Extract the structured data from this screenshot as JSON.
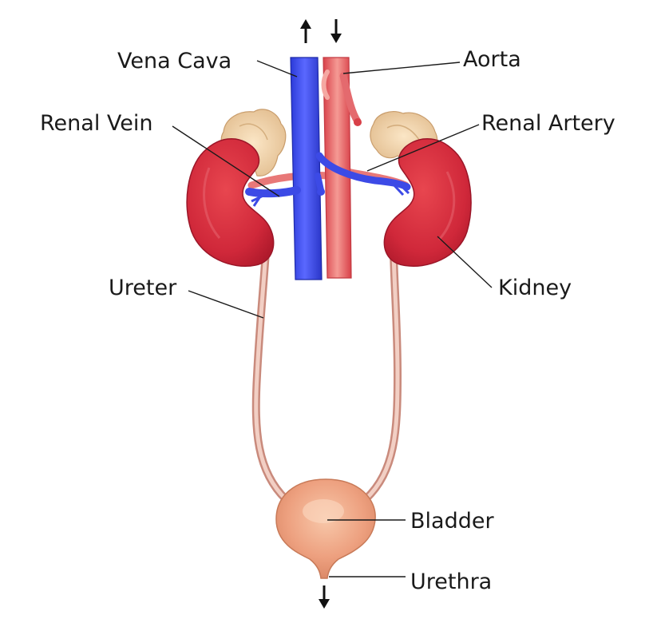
{
  "labels": {
    "vena_cava": "Vena Cava",
    "aorta": "Aorta",
    "renal_vein": "Renal Vein",
    "renal_artery": "Renal Artery",
    "ureter": "Ureter",
    "kidney": "Kidney",
    "bladder": "Bladder",
    "urethra": "Urethra"
  },
  "colors": {
    "vein_blue": "#3d4cf0",
    "artery_red": "#e85a5a",
    "kidney_red": "#d42a3c",
    "adrenal_tan": "#f0d2a8",
    "ureter_pink": "#e8b7a8",
    "bladder_peach": "#eba080"
  },
  "flow_arrows": [
    {
      "name": "vena-cava-flow-up-arrow",
      "direction": "up"
    },
    {
      "name": "aorta-flow-down-arrow",
      "direction": "down"
    },
    {
      "name": "urethra-flow-down-arrow",
      "direction": "down"
    }
  ]
}
